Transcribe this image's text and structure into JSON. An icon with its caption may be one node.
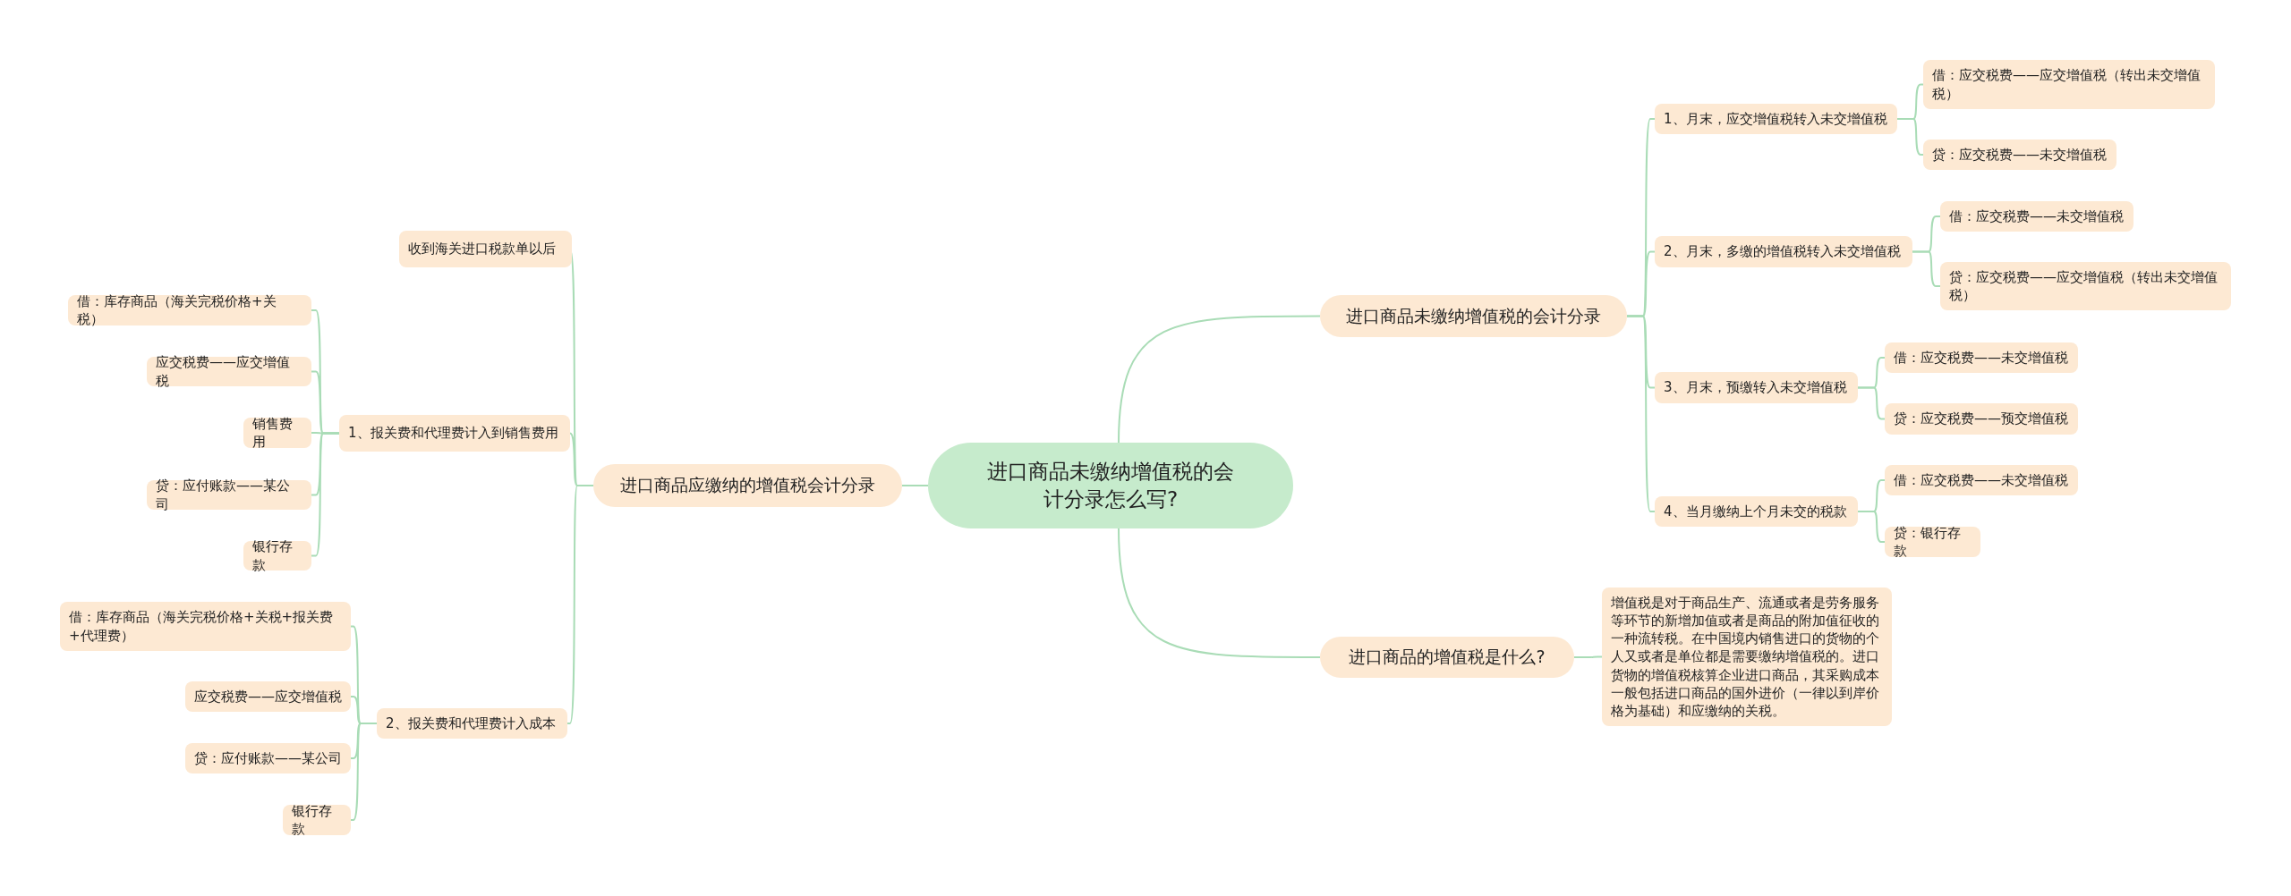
{
  "diagram": {
    "nodes": [
      {
        "text": [
          "进口商品未缴纳增值税的会计分录怎么写?"
        ]
      },
      {
        "text": [
          "进口商品应缴纳的增值税会计分录"
        ]
      },
      {
        "text": [
          "收到海关进口税款单以后"
        ]
      },
      {
        "text": [
          "1、报关费和代理费计入到销售费用"
        ]
      },
      {
        "text": [
          "借：库存商品（海关完税价格+关税）"
        ]
      },
      {
        "text": [
          "应交税费——应交增值税"
        ]
      },
      {
        "text": [
          "销售费用"
        ]
      },
      {
        "text": [
          "贷：应付账款——某公司"
        ]
      },
      {
        "text": [
          "银行存款"
        ]
      },
      {
        "text": [
          "2、报关费和代理费计入成本"
        ]
      },
      {
        "text": [
          "借：库存商品（海关完税价格+关税+报关费+代理费）"
        ]
      },
      {
        "text": [
          "应交税费——应交增值税"
        ]
      },
      {
        "text": [
          "贷：应付账款——某公司"
        ]
      },
      {
        "text": [
          "银行存款"
        ]
      },
      {
        "text": [
          "进口商品未缴纳增值税的会计分录"
        ]
      },
      {
        "text": [
          "1、月末，应交增值税转入未交增值税"
        ]
      },
      {
        "text": [
          "借：应交税费——应交增值税（转出未交增值税）"
        ]
      },
      {
        "text": [
          "贷：应交税费——未交增值税"
        ]
      },
      {
        "text": [
          "2、月末，多缴的增值税转入未交增值税"
        ]
      },
      {
        "text": [
          "借：应交税费——未交增值税"
        ]
      },
      {
        "text": [
          "贷：应交税费——应交增值税（转出未交增值税）"
        ]
      },
      {
        "text": [
          "3、月末，预缴转入未交增值税"
        ]
      },
      {
        "text": [
          "借：应交税费——未交增值税"
        ]
      },
      {
        "text": [
          "贷：应交税费——预交增值税"
        ]
      },
      {
        "text": [
          "4、当月缴纳上个月未交的税款"
        ]
      },
      {
        "text": [
          "借：应交税费——未交增值税"
        ]
      },
      {
        "text": [
          "贷：银行存款"
        ]
      },
      {
        "text": [
          "进口商品的增值税是什么?"
        ]
      },
      {
        "text": [
          "增值税是对于商品生产、流通或者是劳务服务等环节的新增加值或者是商品的附加值征收的一种流转税。在中国境内销售进口的货物的个人又或者是单位都是需要缴纳增值税的。进口货物的增值税核算企业进口商品，其采购成本一般包括进口商品的国外进价（一律以到岸价格为基础）和应缴纳的关税。"
        ]
      }
    ],
    "edges": [
      {
        "from": 0,
        "to": 1,
        "arrow": "none"
      },
      {
        "from": 1,
        "to": 2,
        "arrow": "none"
      },
      {
        "from": 1,
        "to": 3,
        "arrow": "none"
      },
      {
        "from": 3,
        "to": 4,
        "arrow": "none"
      },
      {
        "from": 3,
        "to": 5,
        "arrow": "none"
      },
      {
        "from": 3,
        "to": 6,
        "arrow": "none"
      },
      {
        "from": 3,
        "to": 7,
        "arrow": "none"
      },
      {
        "from": 3,
        "to": 8,
        "arrow": "none"
      },
      {
        "from": 1,
        "to": 9,
        "arrow": "none"
      },
      {
        "from": 9,
        "to": 10,
        "arrow": "none"
      },
      {
        "from": 9,
        "to": 11,
        "arrow": "none"
      },
      {
        "from": 9,
        "to": 12,
        "arrow": "none"
      },
      {
        "from": 9,
        "to": 13,
        "arrow": "none"
      },
      {
        "from": 0,
        "to": 14,
        "arrow": "none"
      },
      {
        "from": 14,
        "to": 15,
        "arrow": "none"
      },
      {
        "from": 15,
        "to": 16,
        "arrow": "none"
      },
      {
        "from": 15,
        "to": 17,
        "arrow": "none"
      },
      {
        "from": 14,
        "to": 18,
        "arrow": "none"
      },
      {
        "from": 18,
        "to": 19,
        "arrow": "none"
      },
      {
        "from": 18,
        "to": 20,
        "arrow": "none"
      },
      {
        "from": 14,
        "to": 21,
        "arrow": "none"
      },
      {
        "from": 21,
        "to": 22,
        "arrow": "none"
      },
      {
        "from": 21,
        "to": 23,
        "arrow": "none"
      },
      {
        "from": 14,
        "to": 24,
        "arrow": "none"
      },
      {
        "from": 24,
        "to": 25,
        "arrow": "none"
      },
      {
        "from": 24,
        "to": 26,
        "arrow": "none"
      },
      {
        "from": 0,
        "to": 27,
        "arrow": "none"
      },
      {
        "from": 27,
        "to": 28,
        "arrow": "none"
      }
    ]
  }
}
